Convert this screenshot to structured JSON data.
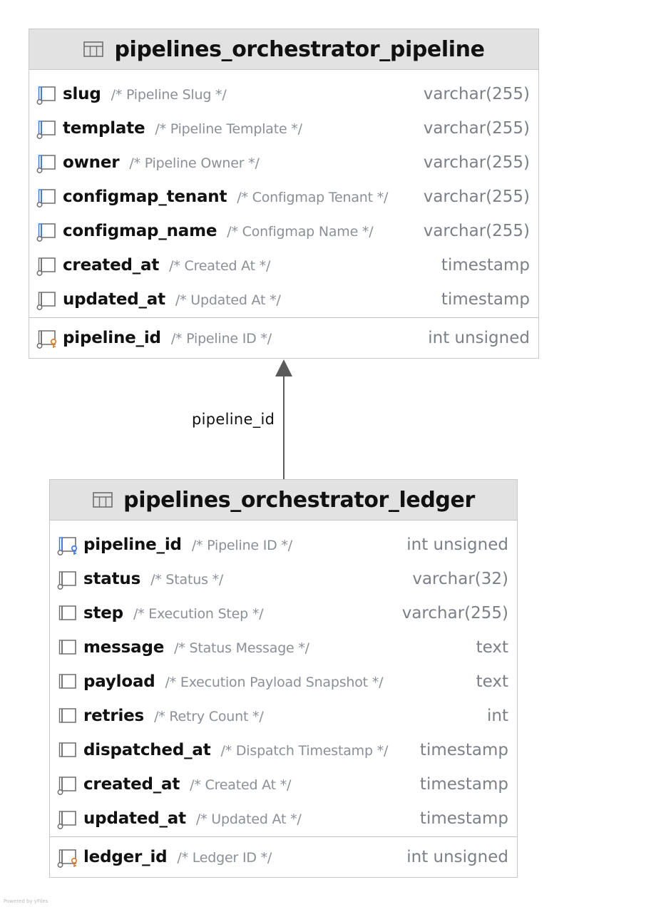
{
  "diagram": {
    "tables": [
      {
        "name": "pipelines_orchestrator_pipeline",
        "icon": "table-icon",
        "columns": [
          {
            "name": "slug",
            "comment": "/* Pipeline Slug */",
            "type": "varchar(255)",
            "icon": "column-index-icon"
          },
          {
            "name": "template",
            "comment": "/* Pipeline Template */",
            "type": "varchar(255)",
            "icon": "column-index-icon"
          },
          {
            "name": "owner",
            "comment": "/* Pipeline Owner */",
            "type": "varchar(255)",
            "icon": "column-index-icon"
          },
          {
            "name": "configmap_tenant",
            "comment": "/* Configmap Tenant */",
            "type": "varchar(255)",
            "icon": "column-index-icon"
          },
          {
            "name": "configmap_name",
            "comment": "/* Configmap Name */",
            "type": "varchar(255)",
            "icon": "column-index-icon"
          },
          {
            "name": "created_at",
            "comment": "/* Created At */",
            "type": "timestamp",
            "icon": "column-notnull-icon"
          },
          {
            "name": "updated_at",
            "comment": "/* Updated At */",
            "type": "timestamp",
            "icon": "column-notnull-icon"
          },
          {
            "name": "pipeline_id",
            "comment": "/* Pipeline ID */",
            "type": "int unsigned",
            "icon": "primary-key-icon"
          }
        ]
      },
      {
        "name": "pipelines_orchestrator_ledger",
        "icon": "table-icon",
        "columns": [
          {
            "name": "pipeline_id",
            "comment": "/* Pipeline ID */",
            "type": "int unsigned",
            "icon": "foreign-key-icon"
          },
          {
            "name": "status",
            "comment": "/* Status */",
            "type": "varchar(32)",
            "icon": "column-notnull-icon"
          },
          {
            "name": "step",
            "comment": "/* Execution Step */",
            "type": "varchar(255)",
            "icon": "column-icon"
          },
          {
            "name": "message",
            "comment": "/* Status Message */",
            "type": "text",
            "icon": "column-icon"
          },
          {
            "name": "payload",
            "comment": "/* Execution Payload Snapshot */",
            "type": "text",
            "icon": "column-icon"
          },
          {
            "name": "retries",
            "comment": "/* Retry Count */",
            "type": "int",
            "icon": "column-icon"
          },
          {
            "name": "dispatched_at",
            "comment": "/* Dispatch Timestamp */",
            "type": "timestamp",
            "icon": "column-icon"
          },
          {
            "name": "created_at",
            "comment": "/* Created At */",
            "type": "timestamp",
            "icon": "column-notnull-icon"
          },
          {
            "name": "updated_at",
            "comment": "/* Updated At */",
            "type": "timestamp",
            "icon": "column-notnull-icon"
          },
          {
            "name": "ledger_id",
            "comment": "/* Ledger ID */",
            "type": "int unsigned",
            "icon": "primary-key-icon"
          }
        ]
      }
    ],
    "relationship": {
      "label": "pipeline_id",
      "from": "pipelines_orchestrator_ledger",
      "to": "pipelines_orchestrator_pipeline"
    },
    "footer": "Powered by yFiles",
    "colors": {
      "index_blue": "#3574f0",
      "key_orange": "#e07a1f",
      "header_bg": "#e2e2e2",
      "comment_gray": "#8b8f97"
    }
  }
}
